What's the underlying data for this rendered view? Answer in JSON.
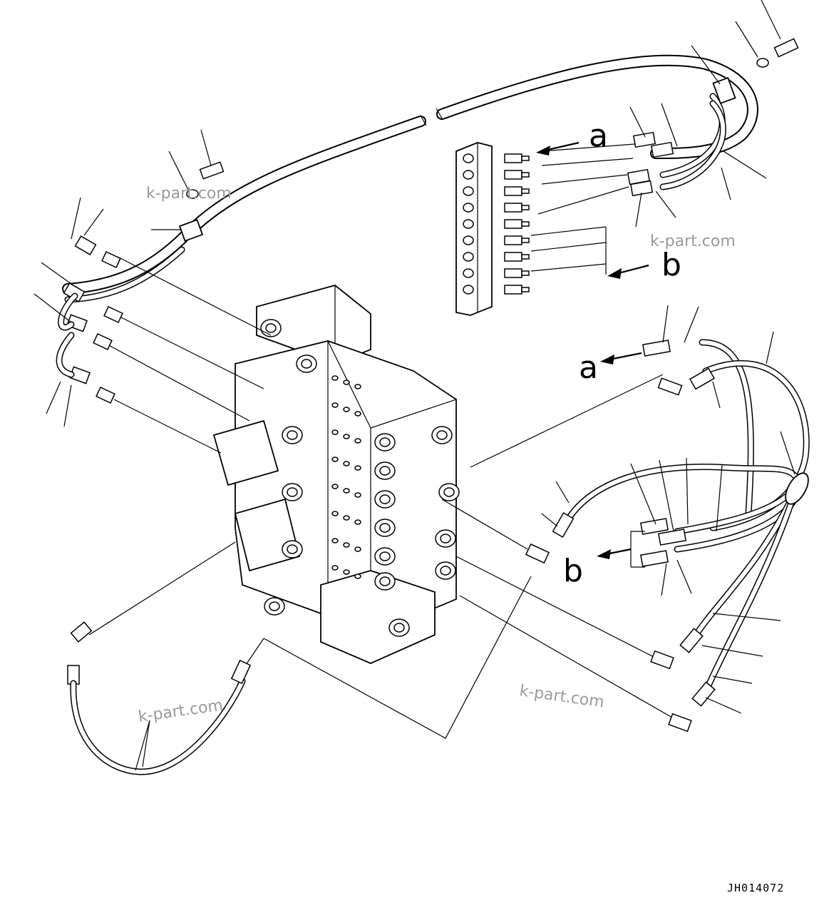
{
  "labels": {
    "a_top": "a",
    "b_top": "b",
    "a_right": "a",
    "b_right": "b"
  },
  "watermarks": {
    "wm1": "k-part.com",
    "wm2": "k-part.com",
    "wm3": "k-part.com",
    "wm4": "k-part.com"
  },
  "drawing_code": "JH014072"
}
